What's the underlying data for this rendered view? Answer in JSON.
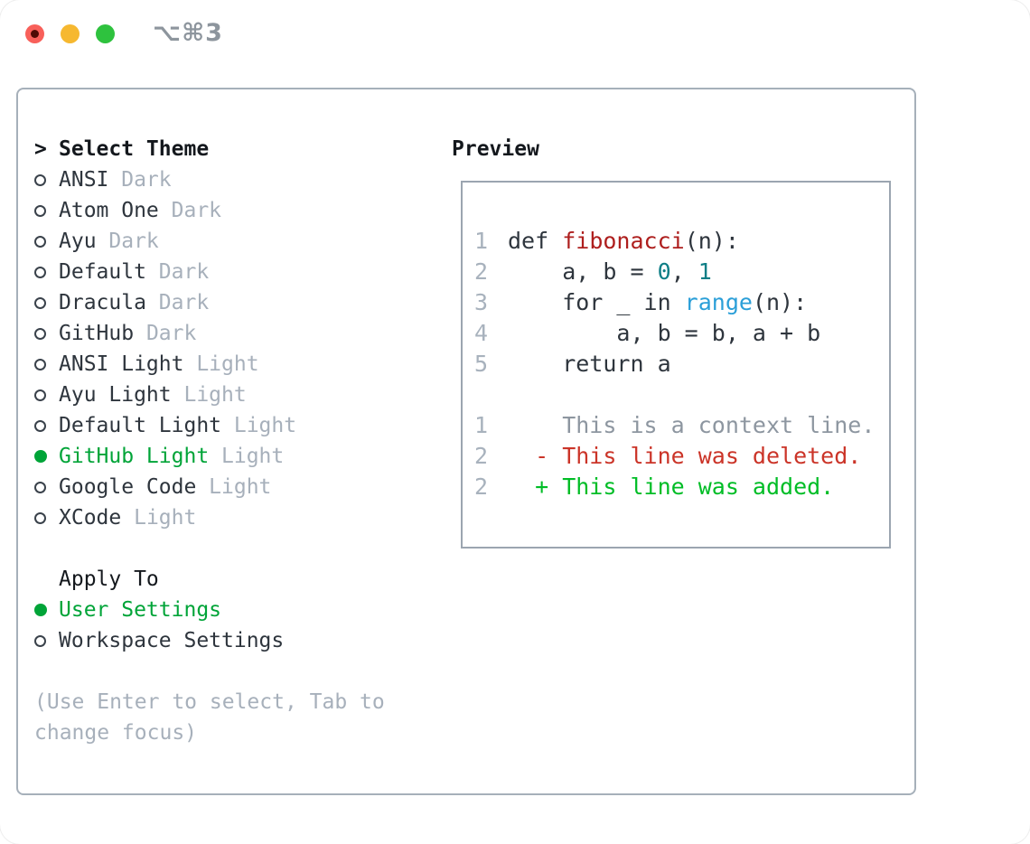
{
  "titlebar": {
    "shortcut": "⌥⌘3",
    "traffic_lights": [
      {
        "name": "close",
        "color": "#f8605a"
      },
      {
        "name": "minimize",
        "color": "#f6b830"
      },
      {
        "name": "zoom",
        "color": "#2ec23e"
      }
    ]
  },
  "theme_picker": {
    "title_marker": ">",
    "title": "Select Theme",
    "items": [
      {
        "name": "ANSI",
        "variant": "Dark",
        "selected": false
      },
      {
        "name": "Atom One",
        "variant": "Dark",
        "selected": false
      },
      {
        "name": "Ayu",
        "variant": "Dark",
        "selected": false
      },
      {
        "name": "Default",
        "variant": "Dark",
        "selected": false
      },
      {
        "name": "Dracula",
        "variant": "Dark",
        "selected": false
      },
      {
        "name": "GitHub",
        "variant": "Dark",
        "selected": false
      },
      {
        "name": "ANSI Light",
        "variant": "Light",
        "selected": false
      },
      {
        "name": "Ayu Light",
        "variant": "Light",
        "selected": false
      },
      {
        "name": "Default Light",
        "variant": "Light",
        "selected": false
      },
      {
        "name": "GitHub Light",
        "variant": "Light",
        "selected": true
      },
      {
        "name": "Google Code",
        "variant": "Light",
        "selected": false
      },
      {
        "name": "XCode",
        "variant": "Light",
        "selected": false
      }
    ],
    "apply_to": {
      "title": "Apply To",
      "options": [
        {
          "name": "User Settings",
          "selected": true
        },
        {
          "name": "Workspace Settings",
          "selected": false
        }
      ]
    },
    "hint": "(Use Enter to select, Tab to change focus)"
  },
  "preview": {
    "title": "Preview",
    "lines": [
      {
        "num": "1",
        "seg": [
          {
            "t": "def ",
            "c": "text"
          },
          {
            "t": "fibonacci",
            "c": "function"
          },
          {
            "t": "(n):",
            "c": "text"
          }
        ]
      },
      {
        "num": "2",
        "seg": [
          {
            "t": "    a, b = ",
            "c": "text"
          },
          {
            "t": "0",
            "c": "number"
          },
          {
            "t": ", ",
            "c": "text"
          },
          {
            "t": "1",
            "c": "number"
          }
        ]
      },
      {
        "num": "3",
        "seg": [
          {
            "t": "    for _ in ",
            "c": "text"
          },
          {
            "t": "range",
            "c": "builtin"
          },
          {
            "t": "(n):",
            "c": "text"
          }
        ]
      },
      {
        "num": "4",
        "seg": [
          {
            "t": "        a, b = b, a + b",
            "c": "text"
          }
        ]
      },
      {
        "num": "5",
        "seg": [
          {
            "t": "    return a",
            "c": "text"
          }
        ]
      },
      {
        "num": "",
        "seg": []
      },
      {
        "num": "1",
        "seg": [
          {
            "t": "    This is a context line.",
            "c": "context"
          }
        ]
      },
      {
        "num": "2",
        "seg": [
          {
            "t": "  - This line was deleted.",
            "c": "deleted"
          }
        ]
      },
      {
        "num": "2",
        "seg": [
          {
            "t": "  + This line was added.",
            "c": "added"
          }
        ]
      }
    ]
  },
  "colors": {
    "text": "#2e353d",
    "muted": "#a7b0bb",
    "lineno": "#a8b2bd",
    "selected": "#00a438",
    "function": "#ae1f1e",
    "number": "#0e7e86",
    "builtin": "#2b9fd8",
    "context": "#8d96a0",
    "deleted": "#cb3428",
    "added": "#00bd26"
  }
}
